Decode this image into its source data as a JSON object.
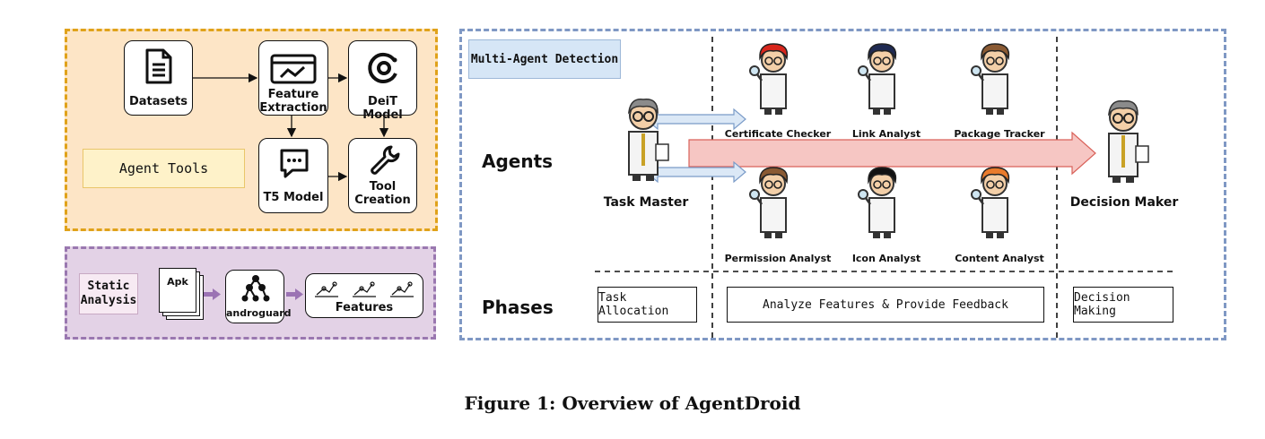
{
  "agent_tools": {
    "label": "Agent Tools",
    "nodes": {
      "datasets": "Datasets",
      "feature_extraction": "Feature Extraction",
      "deit_model": "DeiT Model",
      "t5_model": "T5 Model",
      "tool_creation": "Tool Creation"
    }
  },
  "static_analysis": {
    "label": "Static Analysis",
    "apk": "Apk",
    "androguard": "androguard",
    "features": "Features"
  },
  "multi_agent": {
    "title": "Multi-Agent Detection",
    "rows": {
      "agents": "Agents",
      "phases": "Phases"
    },
    "task_master": "Task Master",
    "decision_maker": "Decision Maker",
    "agents": [
      "Certificate Checker",
      "Link Analyst",
      "Package Tracker",
      "Permission Analyst",
      "Icon Analyst",
      "Content Analyst"
    ],
    "phases": {
      "allocation": "Task Allocation",
      "analyze": "Analyze Features & Provide Feedback",
      "decision": "Decision Making"
    },
    "colors": {
      "hair_red": "#d8261c",
      "hair_navy": "#1f2a52",
      "hair_brown": "#8a5a33",
      "hair_black": "#111111",
      "hair_orange": "#e97b2c",
      "hair_gray": "#8b8b8b"
    }
  },
  "caption": "Figure 1: Overview of AgentDroid"
}
